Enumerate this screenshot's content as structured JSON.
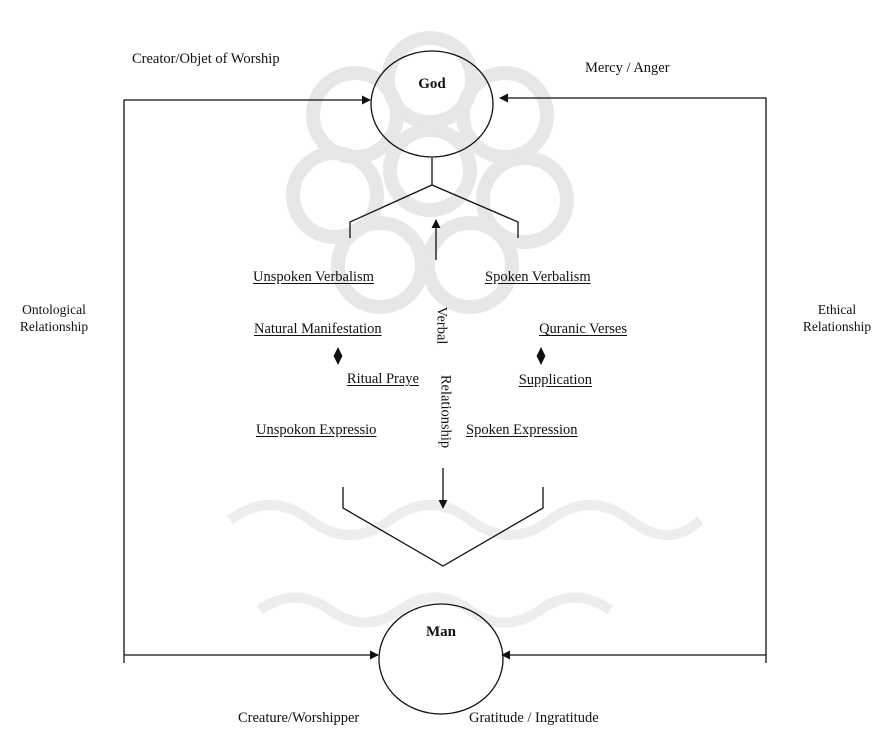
{
  "nodes": {
    "god": "God",
    "man": "Man"
  },
  "top_labels": {
    "creator": "Creator/Objet of Worship",
    "mercy": "Mercy / Anger"
  },
  "bottom_labels": {
    "creature": "Creature/Worshipper",
    "gratitude": "Gratitude / Ingratitude"
  },
  "side_labels": {
    "ontological_line1": "Ontological",
    "ontological_line2": "Relationship",
    "ethical_line1": "Ethical",
    "ethical_line2": "Relationship"
  },
  "left_column": {
    "unspoken_verbalism": "Unspoken Verbalism",
    "natural_manifestation": "Natural Manifestation",
    "ritual_prayer": "Ritual Praye",
    "unspoken_expression": "Unspokon Expressio"
  },
  "right_column": {
    "spoken_verbalism": "Spoken Verbalism",
    "quranic_verses": "Quranic Verses",
    "supplication": "Supplication",
    "spoken_expression": "Spoken Expression"
  },
  "center": {
    "verbal": "Verbal",
    "relationship": "Relationship"
  },
  "colors": {
    "ink": "#111111",
    "watermark": "#c9c9c9"
  }
}
